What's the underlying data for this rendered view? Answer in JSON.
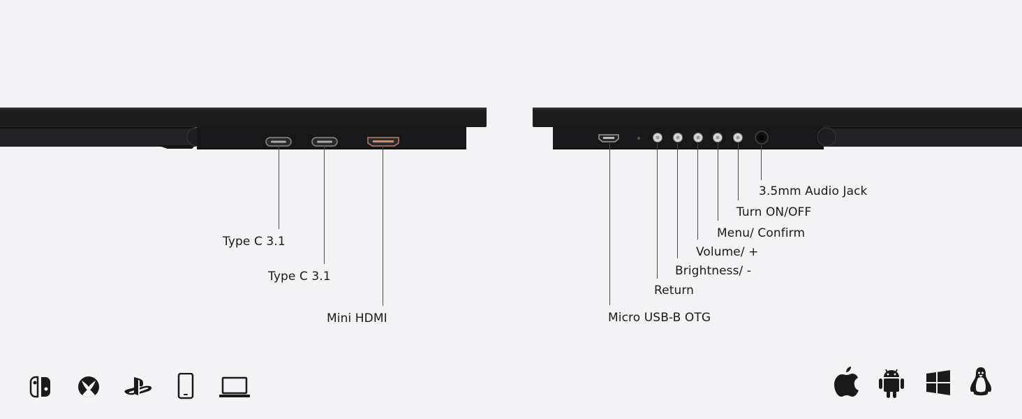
{
  "left_port_labels": {
    "type_c_1": "Type C 3.1",
    "type_c_2": "Type C 3.1",
    "mini_hdmi": "Mini HDMI"
  },
  "right_port_labels": {
    "audio_jack": "3.5mm Audio Jack",
    "power": "Turn ON/OFF",
    "menu": "Menu/ Confirm",
    "volume": "Volume/ +",
    "brightness": "Brightness/ -",
    "return": "Return",
    "micro_usb": "Micro USB-B OTG"
  },
  "device_icons": [
    "nintendo-switch-icon",
    "xbox-icon",
    "playstation-icon",
    "smartphone-icon",
    "laptop-icon"
  ],
  "os_icons": [
    "apple-icon",
    "android-icon",
    "windows-icon",
    "linux-icon"
  ],
  "colors": {
    "background": "#f3f3f5",
    "monitor_body": "#1b1b1c",
    "text": "#1a1a1a"
  }
}
